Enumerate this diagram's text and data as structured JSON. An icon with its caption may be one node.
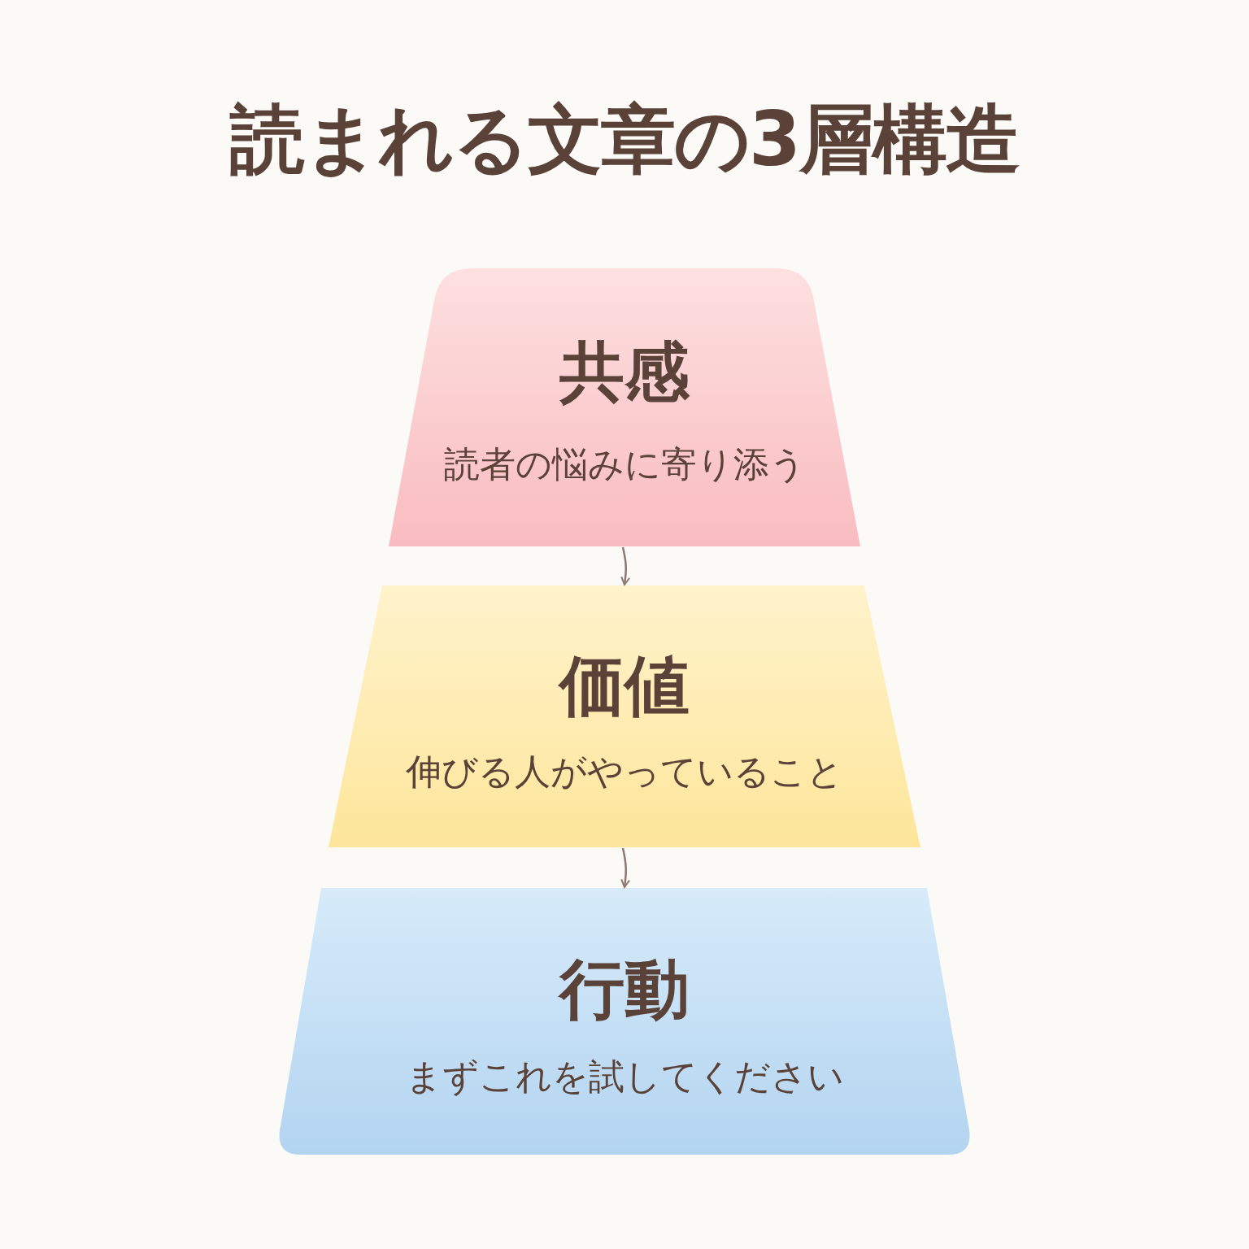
{
  "diagram": {
    "title": "読まれる文章の3層構造",
    "nodes": [
      {
        "text": [
          "共感",
          "読者の悩みに寄り添う"
        ]
      },
      {
        "text": [
          "価値",
          "伸びる人がやっていること"
        ]
      },
      {
        "text": [
          "行動",
          "まずこれを試してください"
        ]
      }
    ],
    "edges": [
      {
        "from": 0,
        "to": 1,
        "arrow": "to"
      },
      {
        "from": 1,
        "to": 2,
        "arrow": "to"
      }
    ]
  }
}
